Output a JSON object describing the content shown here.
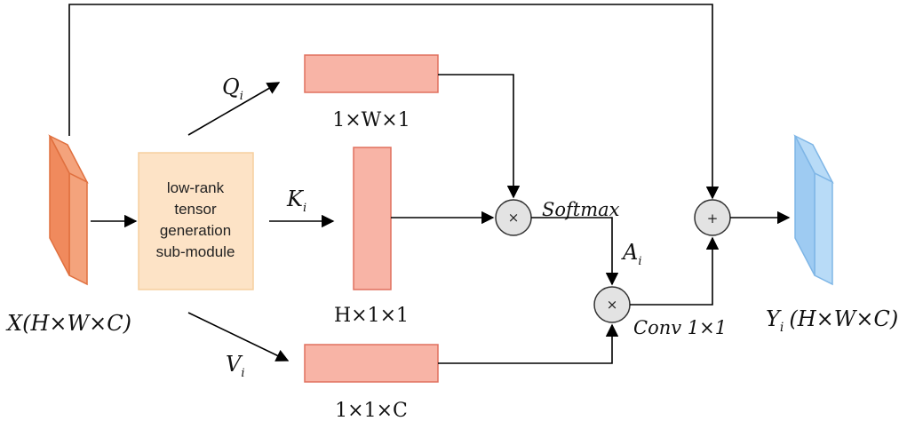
{
  "input": {
    "label": "X(H×W×C)"
  },
  "output": {
    "label_main": "Y",
    "label_sub": "i",
    "label_rest": "(H×W×C)"
  },
  "module": {
    "lines": [
      "low-rank",
      "tensor",
      "generation",
      "sub-module"
    ]
  },
  "branches": {
    "q": {
      "letter": "Q",
      "sub": "i",
      "dims": "1×W×1"
    },
    "k": {
      "letter": "K",
      "sub": "i",
      "dims": "H×1×1"
    },
    "v": {
      "letter": "V",
      "sub": "i",
      "dims": "1×1×C"
    }
  },
  "ops": {
    "multiply_symbol": "×",
    "add_symbol": "+",
    "softmax_label": "Softmax",
    "attention": {
      "letter": "A",
      "sub": "i"
    },
    "conv_label": "Conv 1×1"
  },
  "colors": {
    "input_front": "#f08a5d",
    "input_side": "#f4a37c",
    "output_front": "#9ecbf2",
    "output_side": "#b8dbf7",
    "module_fill": "#fde3c6",
    "module_stroke": "#f6cf9f",
    "qkv_fill": "#f8b4a6",
    "qkv_stroke": "#e0705e",
    "op_fill": "#e3e3e3"
  }
}
